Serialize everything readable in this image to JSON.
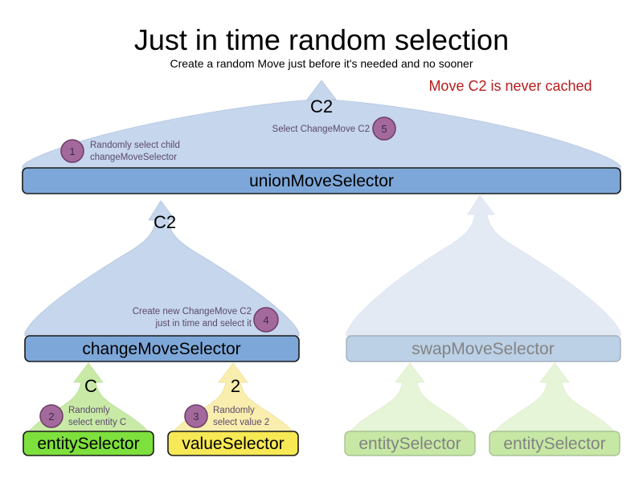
{
  "header": {
    "title": "Just in time random selection",
    "subtitle": "Create a random Move just before it's needed and no sooner",
    "warning": "Move C2 is never cached",
    "warning_color": "#b81c1c"
  },
  "flow_labels": {
    "top_arrow": "C2",
    "change_arrow": "C2",
    "entity_arrow": "C",
    "value_arrow": "2"
  },
  "steps": [
    {
      "number": "1",
      "lines": [
        "Randomly select child",
        "changeMoveSelector"
      ],
      "align": "left"
    },
    {
      "number": "2",
      "lines": [
        "Randomly",
        "select entity C"
      ],
      "align": "left"
    },
    {
      "number": "3",
      "lines": [
        "Randomly",
        "select value 2"
      ],
      "align": "left"
    },
    {
      "number": "4",
      "lines": [
        "Create new ChangeMove C2",
        "just in time and select it"
      ],
      "align": "right"
    },
    {
      "number": "5",
      "lines": [
        "Select ChangeMove C2"
      ],
      "align": "right"
    }
  ],
  "nodes": {
    "union": {
      "label": "unionMoveSelector",
      "state": "active"
    },
    "change": {
      "label": "changeMoveSelector",
      "state": "active"
    },
    "swap": {
      "label": "swapMoveSelector",
      "state": "faded"
    },
    "entity_change": {
      "label": "entitySelector",
      "state": "active"
    },
    "value_change": {
      "label": "valueSelector",
      "state": "active"
    },
    "entity_swap_left": {
      "label": "entitySelector",
      "state": "faded"
    },
    "entity_swap_right": {
      "label": "entitySelector",
      "state": "faded"
    }
  },
  "colors": {
    "arrow_blue": "#c6d6ec",
    "arrow_blue_faded": "#e4eaf4",
    "arrow_green": "#c8eaa6",
    "arrow_green_faded": "#e6f4d8",
    "arrow_yellow": "#faeeae",
    "bar_blue": "#7da7d9",
    "bar_green": "#7ee03c",
    "bar_yellow": "#f7e855",
    "badge": "#a4699c"
  }
}
